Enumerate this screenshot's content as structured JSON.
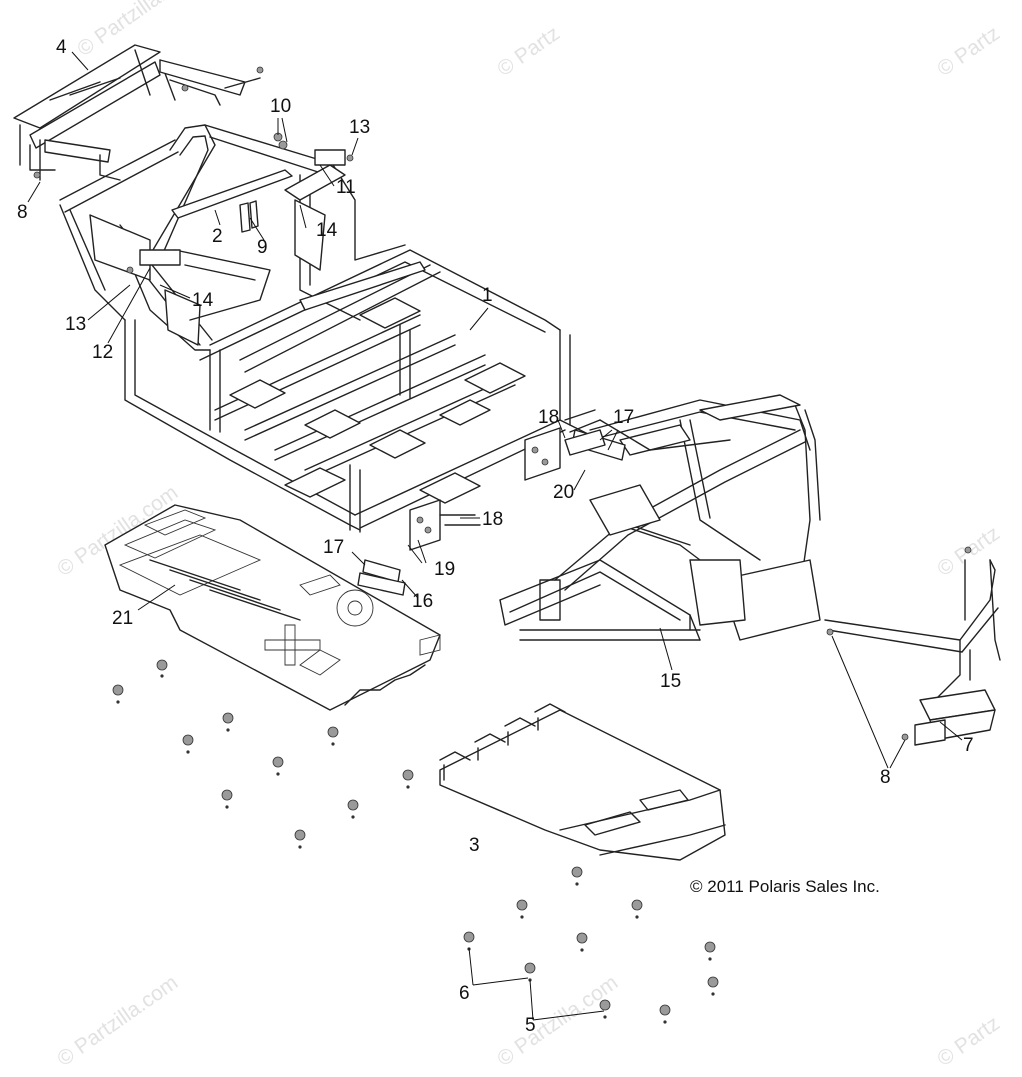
{
  "diagram": {
    "copyright": "© 2011 Polaris Sales Inc.",
    "watermark": "© Partzilla.com",
    "watermark_partial": "© Partz",
    "callouts": {
      "c1": "1",
      "c2": "2",
      "c3": "3",
      "c4": "4",
      "c5": "5",
      "c6": "6",
      "c7": "7",
      "c8a": "8",
      "c8b": "8",
      "c9": "9",
      "c10": "10",
      "c11": "11",
      "c12": "12",
      "c13a": "13",
      "c13b": "13",
      "c14a": "14",
      "c14b": "14",
      "c15": "15",
      "c16": "16",
      "c17a": "17",
      "c17b": "17",
      "c18a": "18",
      "c18b": "18",
      "c19": "19",
      "c20": "20",
      "c21": "21"
    }
  }
}
